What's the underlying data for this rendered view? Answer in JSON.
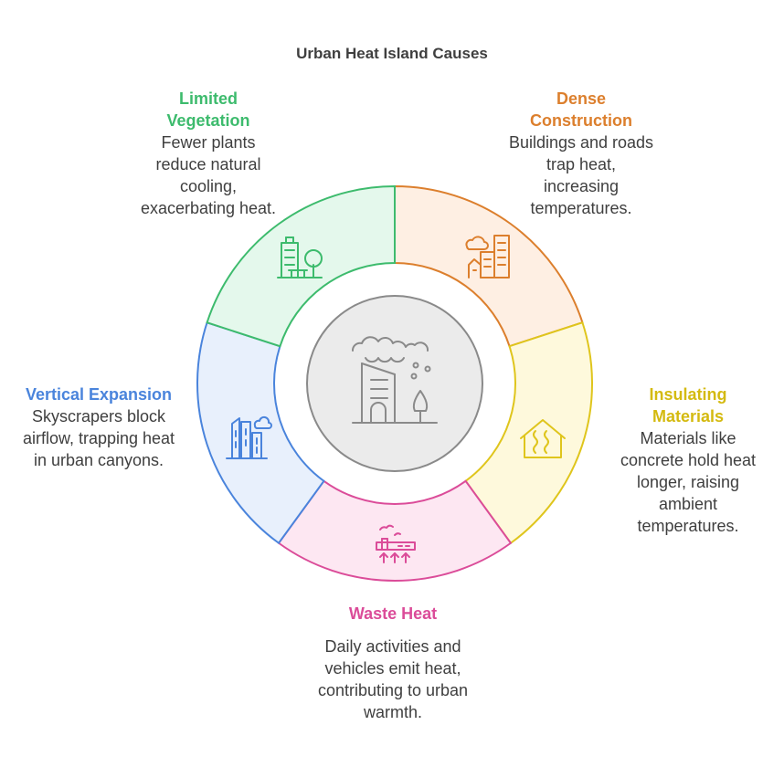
{
  "title": "Urban Heat Island Causes",
  "colors": {
    "vegetation": "#3dbb6d",
    "dense": "#dc7f2d",
    "insulating": "#dfc51c",
    "waste": "#db4c99",
    "vertical": "#4a84dc"
  },
  "segments": [
    {
      "key": "dense",
      "heading": "Dense Construction",
      "body": "Buildings and roads trap heat, increasing temperatures.",
      "icon": "city-buildings-icon"
    },
    {
      "key": "insulating",
      "heading": "Insulating Materials",
      "body": "Materials like concrete hold heat longer, raising ambient temperatures.",
      "icon": "house-heat-icon"
    },
    {
      "key": "waste",
      "heading": "Waste Heat",
      "body": "Daily activities and vehicles emit heat, contributing to urban warmth.",
      "icon": "factory-heat-icon"
    },
    {
      "key": "vertical",
      "heading": "Vertical Expansion",
      "body": "Skyscrapers block airflow, trapping heat in urban canyons.",
      "icon": "skyscrapers-icon"
    },
    {
      "key": "vegetation",
      "heading": "Limited Vegetation",
      "body": "Fewer plants reduce natural cooling, exacerbating heat.",
      "icon": "building-tree-icon"
    }
  ],
  "center_icon": "urban-smog-icon"
}
